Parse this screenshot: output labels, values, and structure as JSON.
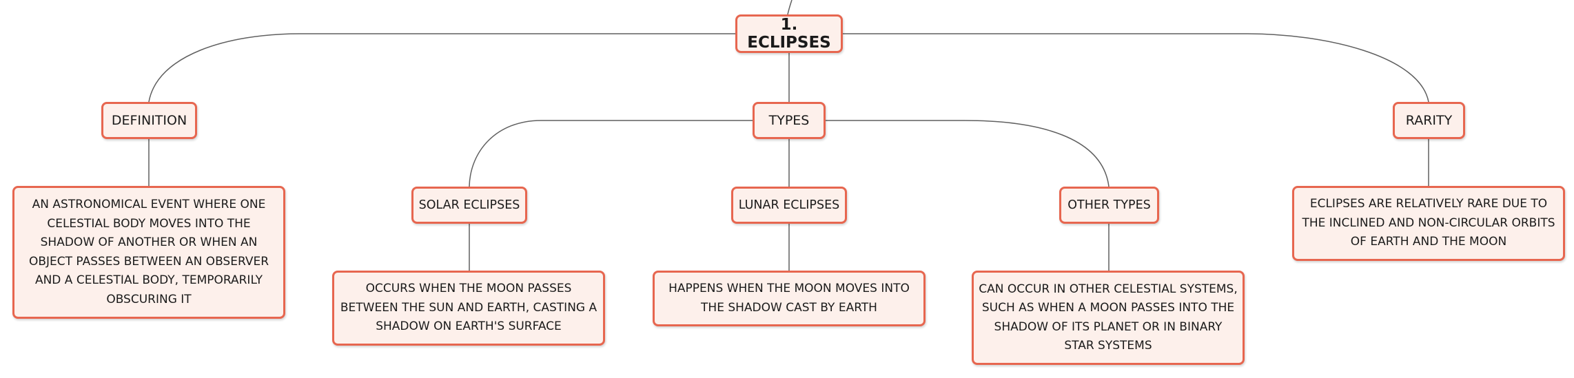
{
  "diagram": {
    "root": {
      "label": "1. ECLIPSES"
    },
    "branches": {
      "definition": {
        "label": "DEFINITION",
        "detail": "AN ASTRONOMICAL EVENT WHERE ONE CELESTIAL BODY MOVES INTO THE SHADOW OF ANOTHER OR WHEN AN OBJECT PASSES BETWEEN AN OBSERVER AND A CELESTIAL BODY, TEMPORARILY OBSCURING IT"
      },
      "types": {
        "label": "TYPES",
        "solar": {
          "label": "SOLAR ECLIPSES",
          "detail": "OCCURS WHEN THE MOON PASSES BETWEEN THE SUN AND EARTH, CASTING A SHADOW ON EARTH'S SURFACE"
        },
        "lunar": {
          "label": "LUNAR ECLIPSES",
          "detail": "HAPPENS WHEN THE MOON MOVES INTO THE SHADOW CAST BY EARTH"
        },
        "other": {
          "label": "OTHER TYPES",
          "detail": "CAN OCCUR IN OTHER CELESTIAL SYSTEMS, SUCH AS WHEN A MOON PASSES INTO THE SHADOW OF ITS PLANET OR IN BINARY STAR SYSTEMS"
        }
      },
      "rarity": {
        "label": "RARITY",
        "detail": "ECLIPSES ARE RELATIVELY RARE DUE TO THE INCLINED AND NON-CIRCULAR ORBITS OF EARTH AND THE MOON"
      }
    }
  },
  "colors": {
    "node_border": "#e7664f",
    "node_fill": "#fdf0eb",
    "connector": "#5f5f5f",
    "text": "#1a1a1a"
  }
}
